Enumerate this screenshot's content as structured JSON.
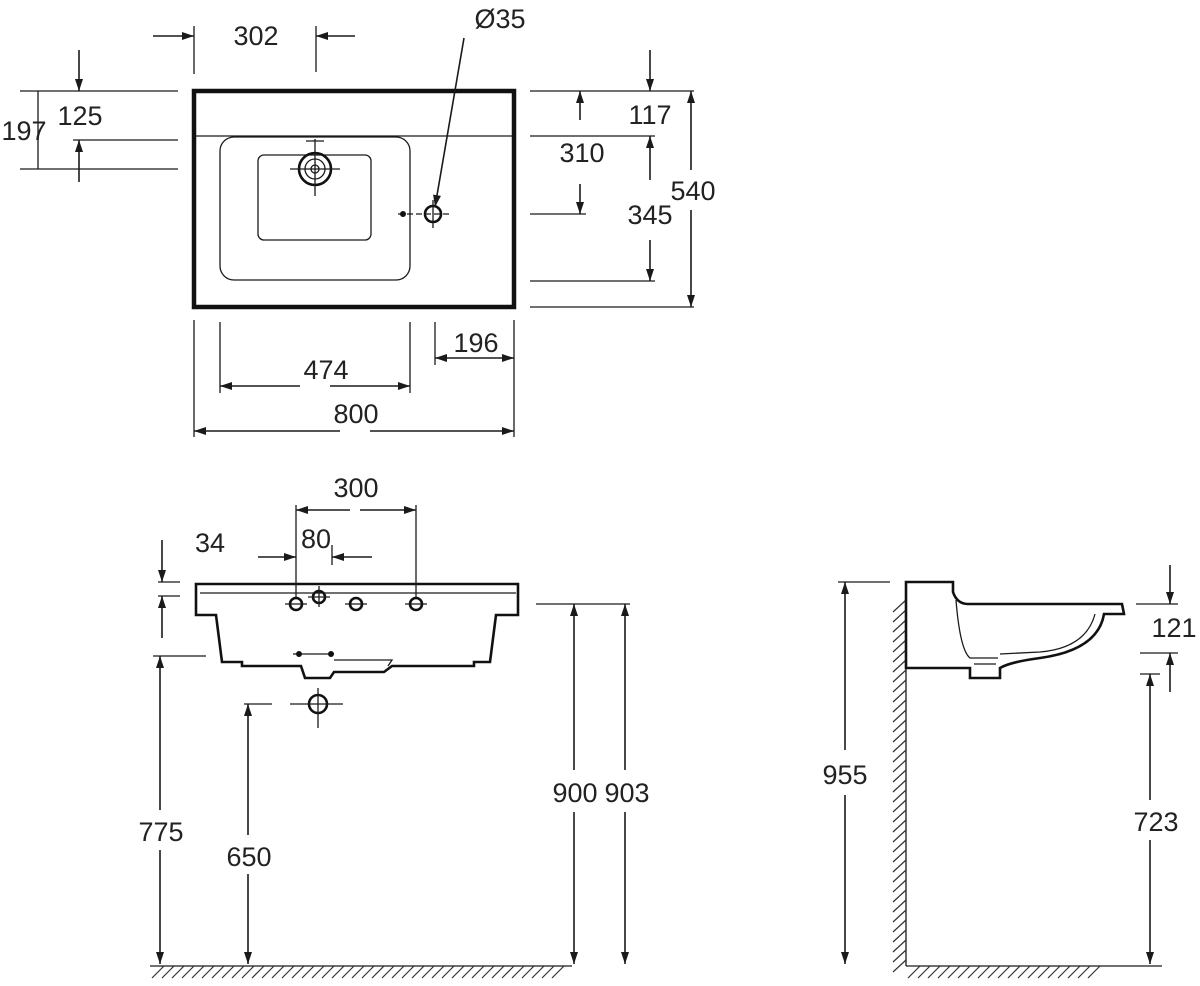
{
  "top_view": {
    "width_total": "800",
    "bowl_width": "474",
    "right_margin": "196",
    "tap_offset": "302",
    "tap_hole_diameter": "Ø35",
    "front_to_bowl": "125",
    "front_to_tap": "197",
    "depth_total": "540",
    "back_to_bowl": "117",
    "back_to_hole": "310",
    "bowl_depth": "345"
  },
  "front_view": {
    "hole_spacing": "300",
    "hole_pitch": "80",
    "rim_thickness": "34",
    "height_underside": "775",
    "height_drain": "650",
    "height_rim": "900",
    "height_top": "903"
  },
  "side_view": {
    "height_wall": "955",
    "overflow_depth": "121",
    "height_outlet": "723"
  },
  "colors": {
    "line": "#1a1a1a",
    "text": "#222222",
    "background": "#ffffff"
  }
}
